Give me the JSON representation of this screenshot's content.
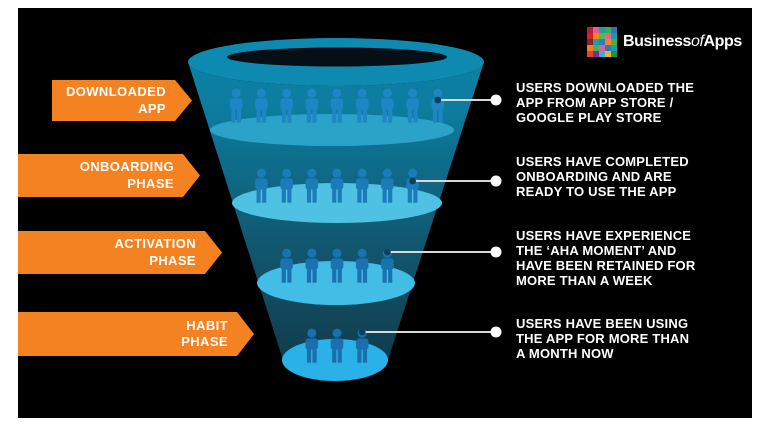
{
  "logo": {
    "part1": "Business",
    "part2": "of",
    "part3": "Apps"
  },
  "colors": {
    "background": "#000000",
    "page_border": "#ffffff",
    "accent_orange": "#F58220",
    "funnel_rim": "#0E8AB0",
    "funnel_hole": "#060F16",
    "text": "#ffffff",
    "person_blue": "#1C7CBA",
    "connector": "#D8D8D8"
  },
  "funnel": {
    "stages": [
      {
        "label": "DOWNLOADED\nAPP",
        "description": "USERS DOWNLOADED THE\nAPP FROM APP STORE /\nGOOGLE PLAY STORE",
        "users_shown": 9
      },
      {
        "label": "ONBOARDING\nPHASE",
        "description": "USERS HAVE COMPLETED\nONBOARDING AND ARE\nREADY TO USE THE APP",
        "users_shown": 7
      },
      {
        "label": "ACTIVATION\nPHASE",
        "description": "USERS HAVE EXPERIENCE\nTHE ‘AHA MOMENT’ AND\nHAVE BEEN RETAINED FOR\nMORE THAN A WEEK",
        "users_shown": 5
      },
      {
        "label": "HABIT\nPHASE",
        "description": "USERS HAVE BEEN USING\nTHE APP FOR MORE THAN\nA MONTH NOW",
        "users_shown": 3
      }
    ],
    "floor_colors": [
      "#2BA3C9",
      "#4FC2E3",
      "#41BDE6",
      "#29B1E8"
    ],
    "person_row_colors": [
      "#1E86C4",
      "#1C7CBA",
      "#1A72B0",
      "#1A6FAC"
    ]
  }
}
